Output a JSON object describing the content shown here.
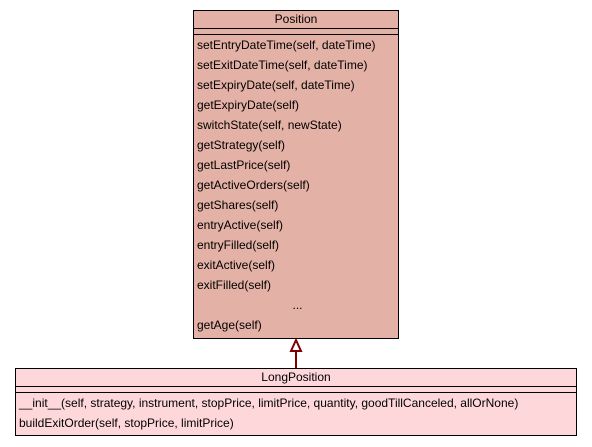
{
  "colors": {
    "position_fill": "#e3b1a5",
    "longposition_fill": "#fdd7da",
    "arrow": "#7f0000",
    "border": "#000000"
  },
  "position": {
    "name": "Position",
    "methods_before_ellipsis": [
      "setEntryDateTime(self, dateTime)",
      "setExitDateTime(self, dateTime)",
      "setExpiryDate(self, dateTime)",
      "getExpiryDate(self)",
      "switchState(self, newState)",
      "getStrategy(self)",
      "getLastPrice(self)",
      "getActiveOrders(self)",
      "getShares(self)",
      "entryActive(self)",
      "entryFilled(self)",
      "exitActive(self)",
      "exitFilled(self)"
    ],
    "ellipsis": "...",
    "methods_after_ellipsis": [
      "getAge(self)"
    ]
  },
  "long_position": {
    "name": "LongPosition",
    "methods": [
      "__init__(self, strategy, instrument, stopPrice, limitPrice, quantity, goodTillCanceled, allOrNone)",
      "buildExitOrder(self, stopPrice, limitPrice)"
    ]
  }
}
